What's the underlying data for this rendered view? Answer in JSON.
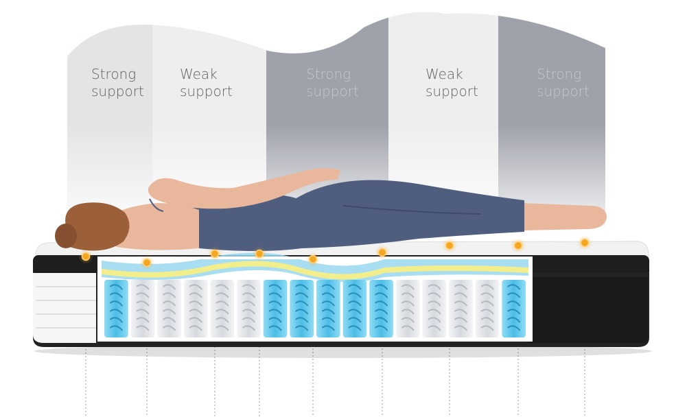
{
  "zones": [
    {
      "line1": "Strong",
      "line2": "support",
      "tone": "light-gray"
    },
    {
      "line1": "Weak",
      "line2": "support",
      "tone": "very-light"
    },
    {
      "line1": "Strong",
      "line2": "support",
      "tone": "dark-gray"
    },
    {
      "line1": "Weak",
      "line2": "support",
      "tone": "very-light"
    },
    {
      "line1": "Strong",
      "line2": "support",
      "tone": "dark-gray"
    }
  ],
  "colors": {
    "zone_light": "#e3e4e6",
    "zone_very_light": "#eeeeef",
    "zone_dark": "#9fa1ab",
    "pressure_dot": "#f4a623",
    "spring_active": "#5cc6ea",
    "spring_inactive": "#dadde2",
    "comfort_layer": "#f2ee8c",
    "foam_layer": "#9ad8f0",
    "mattress_border": "#1e1e1e",
    "sleepwear": "#4f5d7e",
    "skin": "#e9b79b",
    "hair": "#9b5f3a"
  },
  "pressure_points_count": 9,
  "spring_count": 16,
  "active_springs": [
    0,
    6,
    7,
    8,
    9,
    10,
    15
  ]
}
